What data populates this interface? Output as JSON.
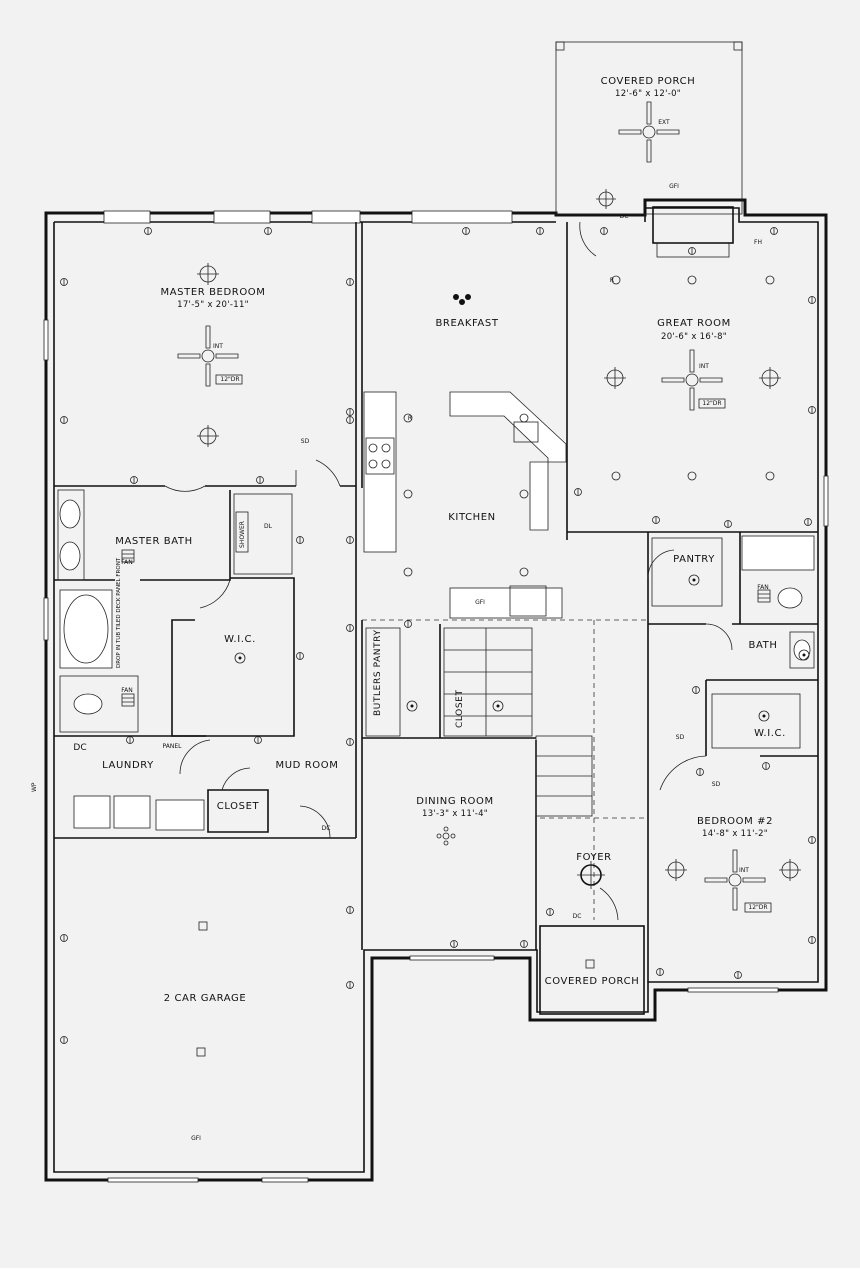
{
  "rooms": {
    "covered_porch_top": {
      "name": "COVERED PORCH",
      "dim": "12'-6\" x 12'-0\""
    },
    "master_bedroom": {
      "name": "MASTER BEDROOM",
      "dim": "17'-5\" x 20'-11\""
    },
    "breakfast": {
      "name": "BREAKFAST"
    },
    "great_room": {
      "name": "GREAT ROOM",
      "dim": "20'-6\" x 16'-8\""
    },
    "master_bath": {
      "name": "MASTER BATH"
    },
    "kitchen": {
      "name": "KITCHEN"
    },
    "pantry": {
      "name": "PANTRY"
    },
    "wic_master": {
      "name": "W.I.C."
    },
    "bath": {
      "name": "BATH"
    },
    "butlers_pantry": {
      "name": "BUTLERS PANTRY"
    },
    "closet_stair": {
      "name": "CLOSET"
    },
    "wic_bed2": {
      "name": "W.I.C."
    },
    "laundry": {
      "name": "LAUNDRY"
    },
    "mud_room": {
      "name": "MUD ROOM"
    },
    "closet_mud": {
      "name": "CLOSET"
    },
    "dining_room": {
      "name": "DINING ROOM",
      "dim": "13'-3\" x 11'-4\""
    },
    "foyer": {
      "name": "FOYER"
    },
    "bedroom2": {
      "name": "BEDROOM #2",
      "dim": "14'-8\" x 11'-2\""
    },
    "covered_porch_front": {
      "name": "COVERED PORCH"
    },
    "garage": {
      "name": "2 CAR GARAGE"
    }
  },
  "annotations": {
    "ext": "EXT",
    "int": "INT",
    "dr12": "12\"DR",
    "fan": "FAN",
    "dc": "DC",
    "panel": "PANEL",
    "sd": "SD",
    "gfi": "GFI",
    "wp": "WP",
    "r": "R",
    "shower": "SHOWER",
    "tub_note": "DROP IN TUB TILED DECK PANEL FRONT",
    "fh": "FH",
    "dl": "DL"
  },
  "colors": {
    "line": "#111111",
    "background": "#f2f2f2",
    "paper": "#ffffff"
  }
}
